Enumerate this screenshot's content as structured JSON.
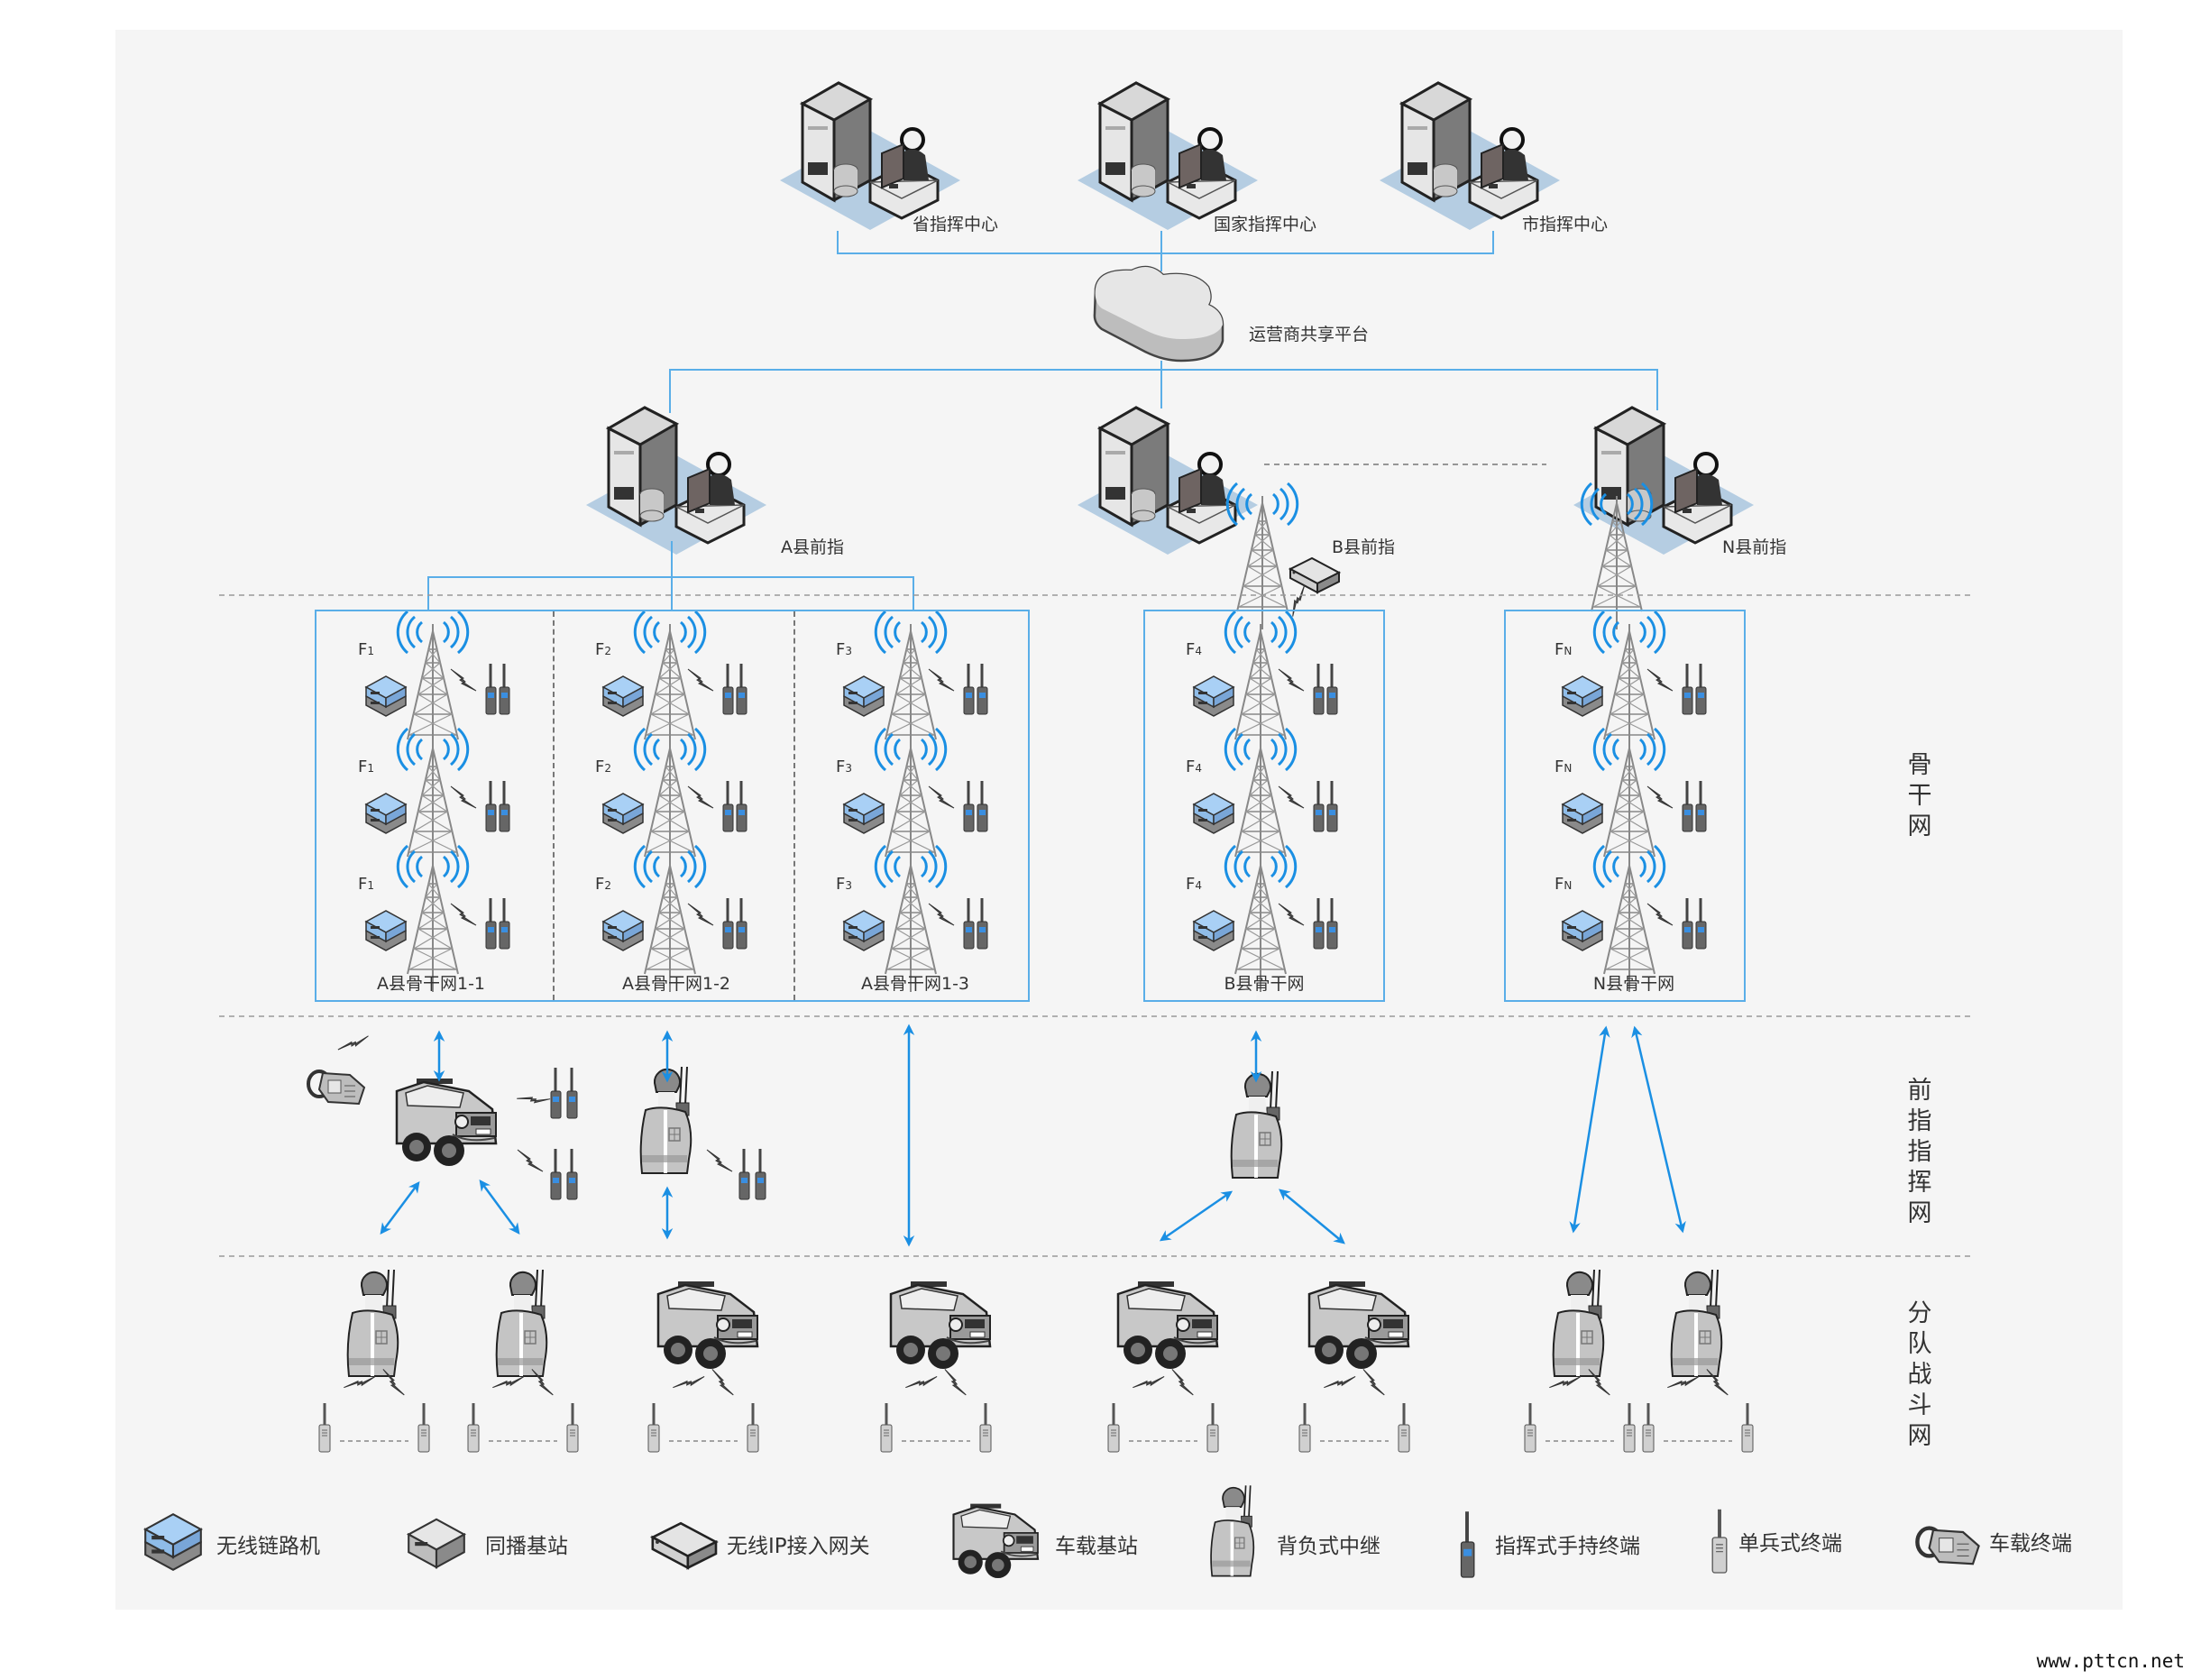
{
  "title": "应急通信网络拓扑",
  "colors": {
    "link": "#5aaee8",
    "arrow": "#1a8fe3",
    "divider": "#9a9a9a",
    "panel": "#f5f5f5",
    "floor": "#b5cde2"
  },
  "command_centers": [
    {
      "label": "省指挥中心"
    },
    {
      "label": "国家指挥中心"
    },
    {
      "label": "市指挥中心"
    }
  ],
  "cloud": {
    "label": "运营商共享平台"
  },
  "front_commands": [
    {
      "label": "A县前指"
    },
    {
      "label": "B县前指"
    },
    {
      "label": "N县前指"
    }
  ],
  "layers": [
    {
      "label": "骨干网"
    },
    {
      "label": "前指指挥网"
    },
    {
      "label": "分队战斗网"
    }
  ],
  "backbone": {
    "groups": [
      {
        "label": "A县骨干网1-1",
        "freq": "F",
        "sub": "1"
      },
      {
        "label": "A县骨干网1-2",
        "freq": "F",
        "sub": "2"
      },
      {
        "label": "A县骨干网1-3",
        "freq": "F",
        "sub": "3"
      },
      {
        "label": "B县骨干网",
        "freq": "F",
        "sub": "4"
      },
      {
        "label": "N县骨干网",
        "freq": "F",
        "sub": "N"
      }
    ],
    "sites_per_group": 3
  },
  "legend": [
    {
      "icon": "wireless-link-icon",
      "label": "无线链路机"
    },
    {
      "icon": "simulcast-base-station-icon",
      "label": "同播基站"
    },
    {
      "icon": "wireless-ip-gateway-icon",
      "label": "无线IP接入网关"
    },
    {
      "icon": "vehicle-base-station-icon",
      "label": "车载基站"
    },
    {
      "icon": "backpack-repeater-icon",
      "label": "背负式中继"
    },
    {
      "icon": "command-handheld-icon",
      "label": "指挥式手持终端"
    },
    {
      "icon": "soldier-terminal-icon",
      "label": "单兵式终端"
    },
    {
      "icon": "vehicle-terminal-icon",
      "label": "车载终端"
    }
  ],
  "watermark": "www.pttcn.net"
}
